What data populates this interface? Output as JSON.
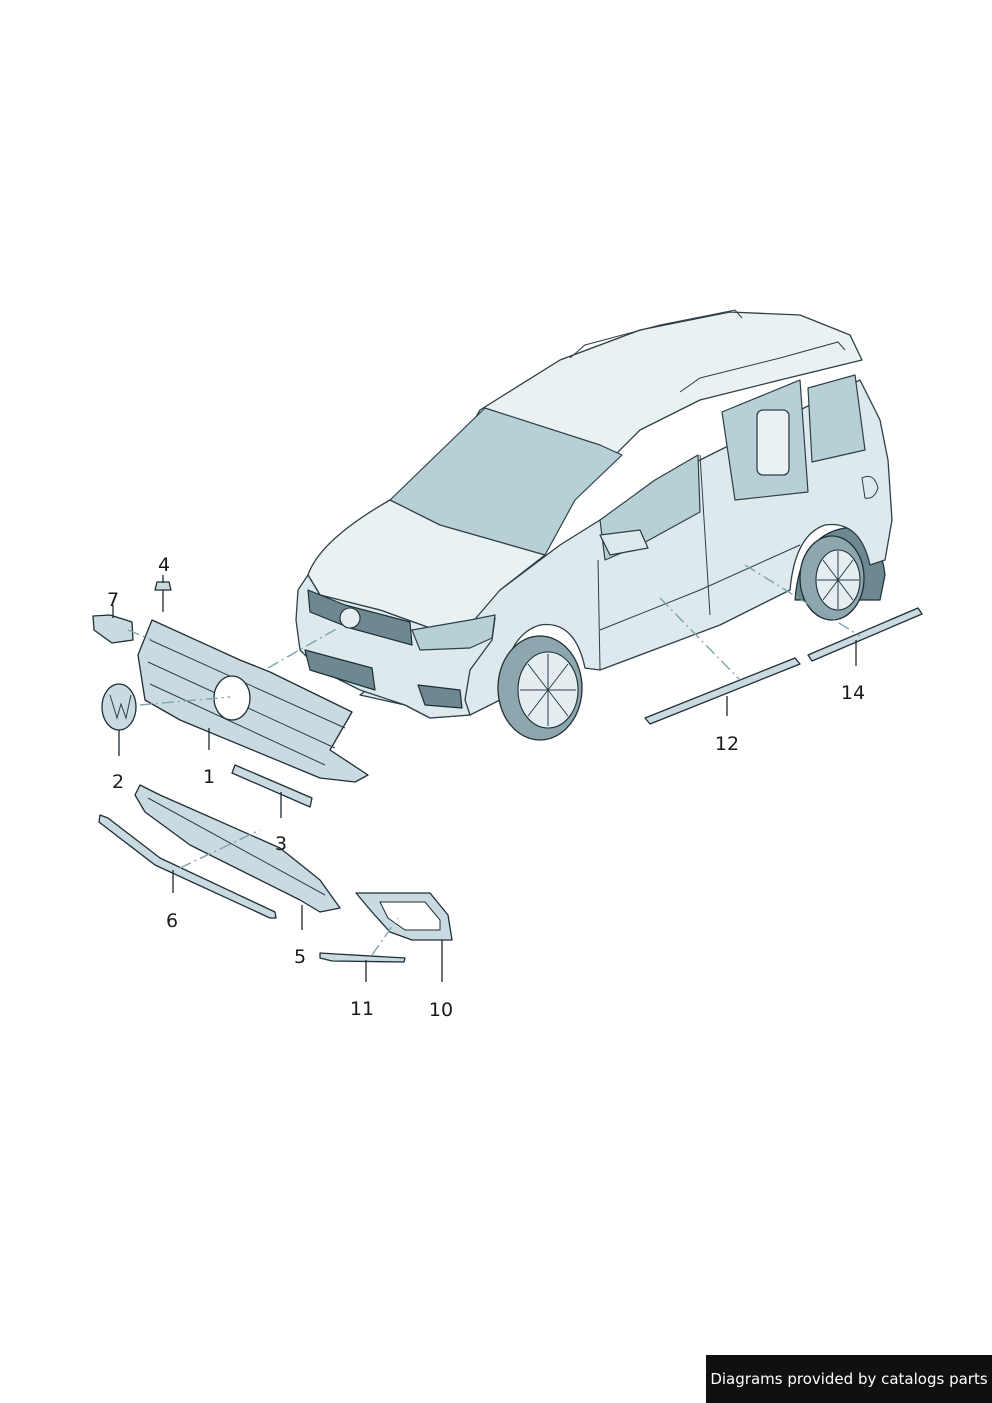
{
  "callouts": {
    "c1": "1",
    "c2": "2",
    "c3": "3",
    "c4": "4",
    "c5": "5",
    "c6": "6",
    "c7": "7",
    "c10": "10",
    "c11": "11",
    "c12": "12",
    "c14": "14"
  },
  "footer": {
    "text": "Diagrams provided by catalogs parts"
  },
  "colors": {
    "background": "#ffffff",
    "vehicle_body": "#dde9ec",
    "glass": "#b7d0d6",
    "outline": "#2d3f47",
    "footer_bg": "#101010",
    "footer_text": "#ffffff"
  }
}
